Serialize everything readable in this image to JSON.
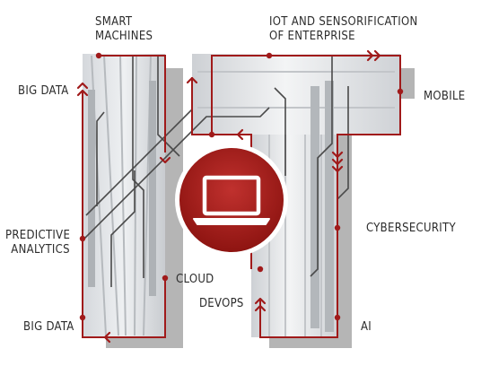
{
  "labels": {
    "smart_machines_1": "SMART",
    "smart_machines_2": "MACHINES",
    "iot_1": "IOT AND SENSORIFICATION",
    "iot_2": "OF ENTERPRISE",
    "big_data_top": "BIG DATA",
    "mobile": "MOBILE",
    "predictive_1": "PREDICTIVE",
    "predictive_2": "ANALYTICS",
    "cybersecurity": "CYBERSECURITY",
    "cloud": "CLOUD",
    "devops": "DEVOPS",
    "big_data_bottom": "BIG DATA",
    "ai": "AI"
  },
  "colors": {
    "accent": "#a01a1a",
    "line_dark": "#4a4a4a",
    "shadow": "#b0b0b0"
  },
  "center_icon": "laptop-icon"
}
